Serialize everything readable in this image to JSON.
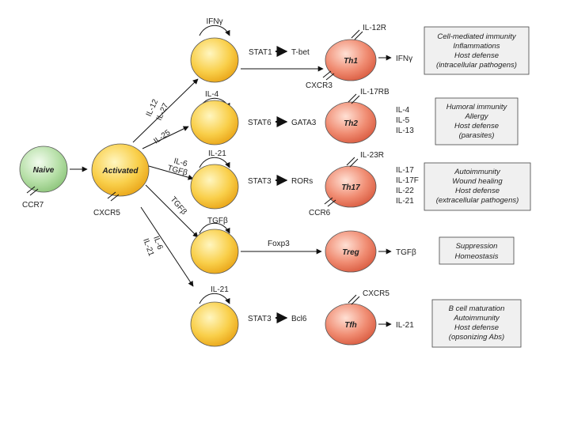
{
  "naive": {
    "label": "Naive",
    "receptor": "CCR7"
  },
  "activated": {
    "label": "Activated",
    "receptor": "CXCR5"
  },
  "branches": [
    {
      "id": "th1",
      "induce_labels": [
        "IL-12",
        "IL-27"
      ],
      "loop_cytokine": "IFNγ",
      "pathway_tf": "STAT1",
      "pathway_target": "T-bet",
      "cell": "Th1",
      "receptor_top": "IL-12R",
      "receptor_bottom": "CXCR3",
      "outputs": [
        "IFNγ"
      ],
      "function": [
        "Cell-mediated immunity",
        "Inflammations",
        "Host defense",
        "(intracellular pathogens)"
      ]
    },
    {
      "id": "th2",
      "induce_labels": [
        "IL-25"
      ],
      "loop_cytokine": "IL-4",
      "pathway_tf": "STAT6",
      "pathway_target": "GATA3",
      "cell": "Th2",
      "receptor_top": "IL-17RB",
      "receptor_bottom": "",
      "outputs": [
        "IL-4",
        "IL-5",
        "IL-13"
      ],
      "function": [
        "Humoral immunity",
        "Allergy",
        "Host defense",
        "(parasites)"
      ]
    },
    {
      "id": "th17",
      "induce_labels": [
        "IL-6",
        "TGFβ"
      ],
      "loop_cytokine": "IL-21",
      "pathway_tf": "STAT3",
      "pathway_target": "RORs",
      "cell": "Th17",
      "receptor_top": "IL-23R",
      "receptor_bottom": "CCR6",
      "outputs": [
        "IL-17",
        "IL-17F",
        "IL-22",
        "IL-21"
      ],
      "function": [
        "Autoimmunity",
        "Wound healing",
        "Host defense",
        "(extracellular pathogens)"
      ]
    },
    {
      "id": "treg",
      "induce_labels": [
        "TGFβ"
      ],
      "loop_cytokine": "TGFβ",
      "pathway_tf": "Foxp3",
      "pathway_target": "",
      "cell": "Treg",
      "receptor_top": "",
      "receptor_bottom": "",
      "outputs": [
        "TGFβ"
      ],
      "function": [
        "Suppression",
        "Homeostasis"
      ]
    },
    {
      "id": "tfh",
      "induce_labels": [
        "IL-6",
        "IL-21"
      ],
      "loop_cytokine": "IL-21",
      "pathway_tf": "STAT3",
      "pathway_target": "Bcl6",
      "cell": "Tfh",
      "receptor_top": "CXCR5",
      "receptor_bottom": "",
      "outputs": [
        "IL-21"
      ],
      "function": [
        "B cell maturation",
        "Autoimmunity",
        "Host defense",
        "(opsonizing Abs)"
      ]
    }
  ],
  "colors": {
    "yellow_cell": "#f5b820",
    "yellow_light": "#fff3b0",
    "salmon_cell": "#ec7358",
    "salmon_light": "#ffd6c8",
    "green_cell": "#a9d79a",
    "green_light": "#e8f6e2",
    "box_fill": "#f0f0f0"
  }
}
